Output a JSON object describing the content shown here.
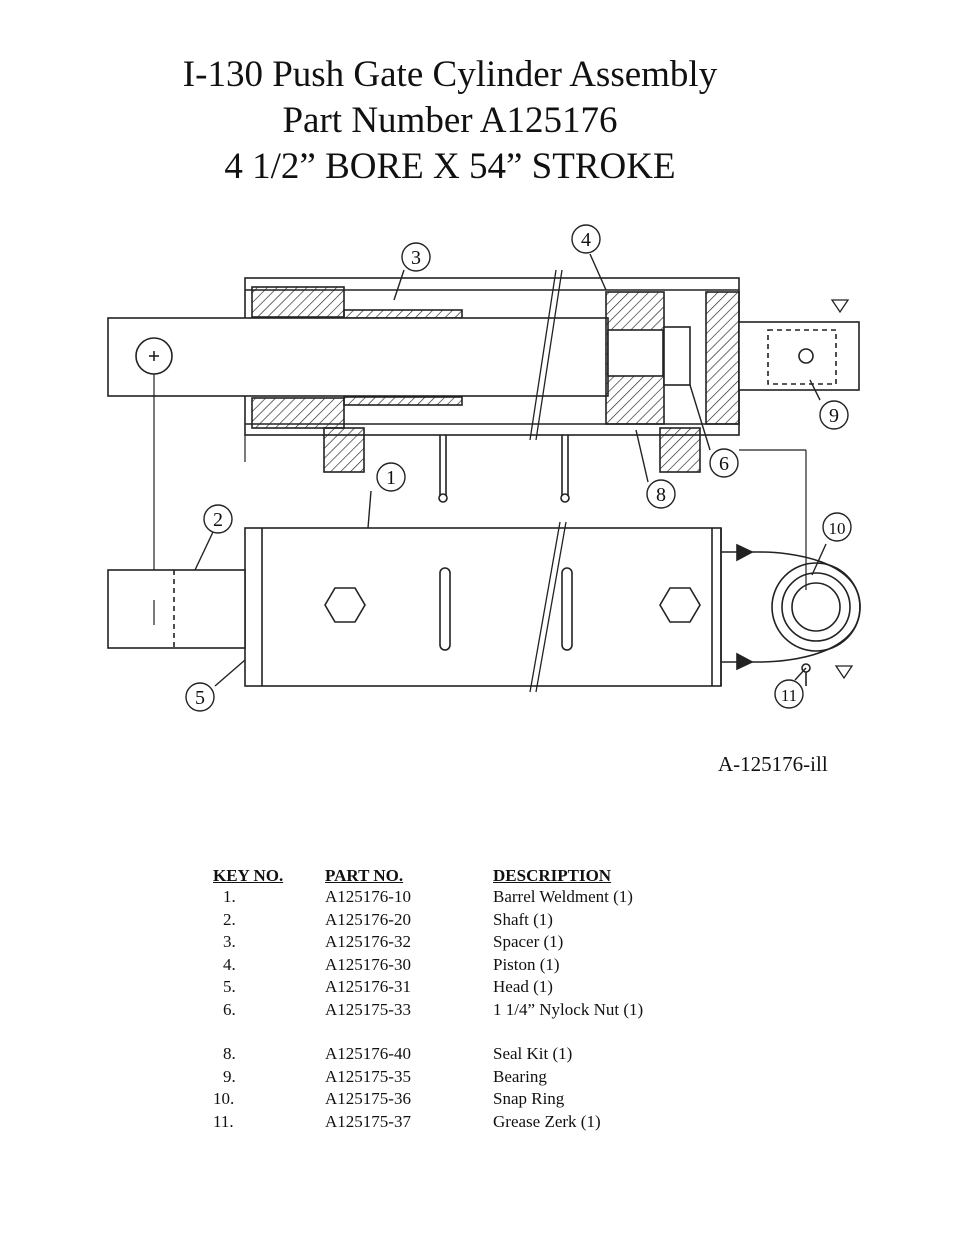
{
  "title": {
    "line1": "I-130 Push Gate Cylinder Assembly",
    "line2": "Part Number A125176",
    "line3": "4 1/2” BORE X 54” STROKE"
  },
  "illustration_label": "A-125176-ill",
  "callouts": [
    "1",
    "2",
    "3",
    "4",
    "5",
    "6",
    "8",
    "9",
    "10",
    "11"
  ],
  "parts_table": {
    "headers": {
      "key": "KEY NO.",
      "part": "PART NO.",
      "desc": "DESCRIPTION"
    },
    "rows": [
      {
        "key": "1.",
        "part": "A125176-10",
        "desc": "Barrel Weldment (1)"
      },
      {
        "key": "2.",
        "part": "A125176-20",
        "desc": "Shaft (1)"
      },
      {
        "key": "3.",
        "part": "A125176-32",
        "desc": "Spacer (1)"
      },
      {
        "key": "4.",
        "part": "A125176-30",
        "desc": "Piston (1)"
      },
      {
        "key": "5.",
        "part": "A125176-31",
        "desc": "Head (1)"
      },
      {
        "key": "6.",
        "part": "A125175-33",
        "desc": "1 1/4” Nylock Nut (1)"
      },
      {
        "key": "8.",
        "part": "A125176-40",
        "desc": "Seal Kit (1)"
      },
      {
        "key": "9.",
        "part": "A125175-35",
        "desc": "Bearing"
      },
      {
        "key": "10.",
        "part": "A125175-36",
        "desc": "Snap Ring"
      },
      {
        "key": "11.",
        "part": "A125175-37",
        "desc": "Grease Zerk (1)"
      }
    ]
  }
}
